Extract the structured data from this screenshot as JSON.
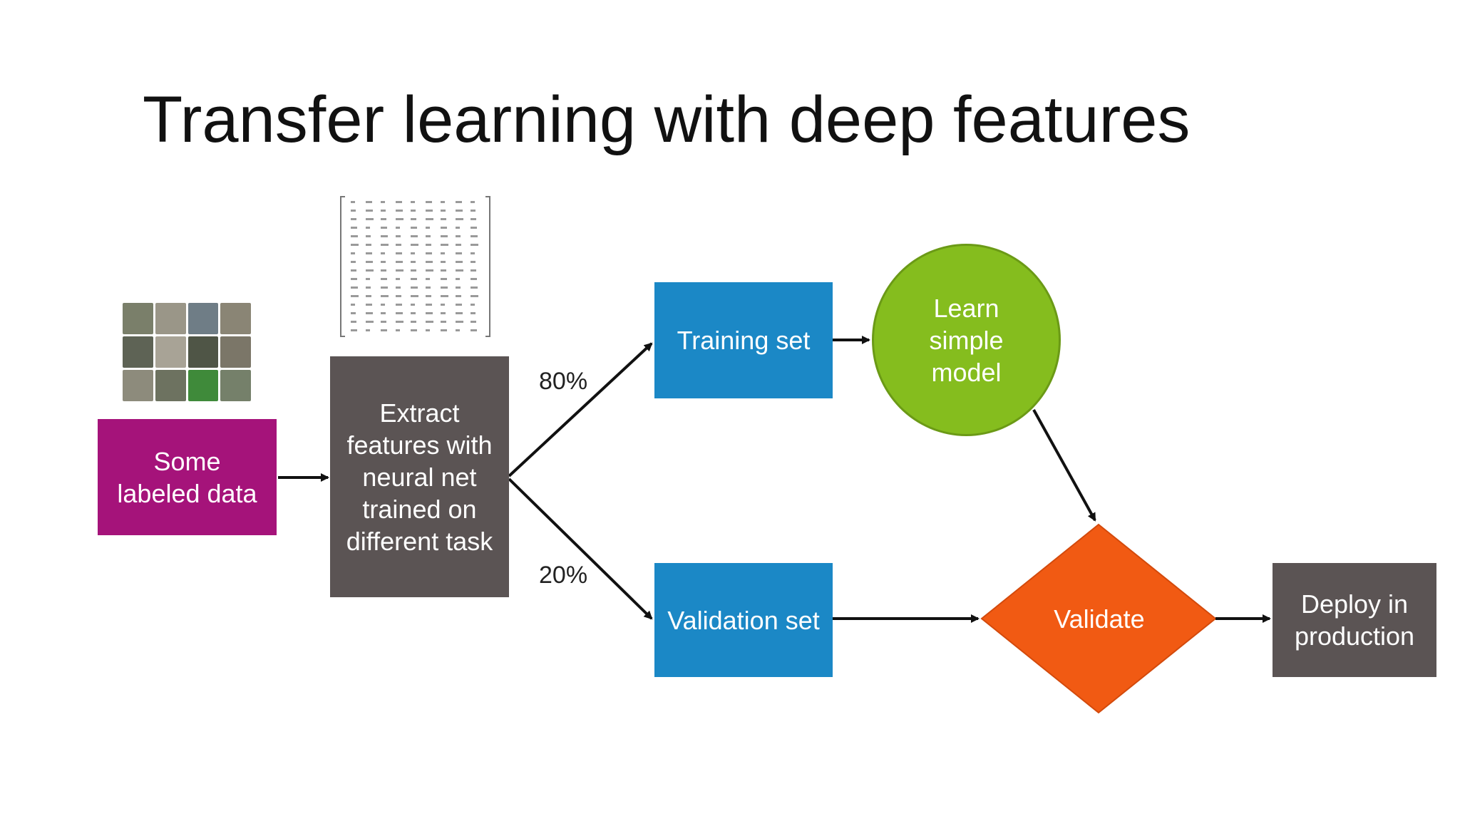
{
  "title": "Transfer learning with deep features",
  "nodes": {
    "labeled_data": "Some\nlabeled data",
    "extract": "Extract\nfeatures with\nneural net\ntrained on\ndifferent task",
    "training_set": "Training set",
    "learn_model": "Learn\nsimple\nmodel",
    "validation_set": "Validation set",
    "validate": "Validate",
    "deploy": "Deploy in\nproduction"
  },
  "split": {
    "train_pct": "80%",
    "val_pct": "20%"
  },
  "colors": {
    "labeled_data": "#a5137a",
    "extract": "#5b5454",
    "sets": "#1b88c6",
    "learn_model": "#85bd1e",
    "validate": "#f15a13",
    "deploy": "#5b5454",
    "arrows": "#111111"
  }
}
